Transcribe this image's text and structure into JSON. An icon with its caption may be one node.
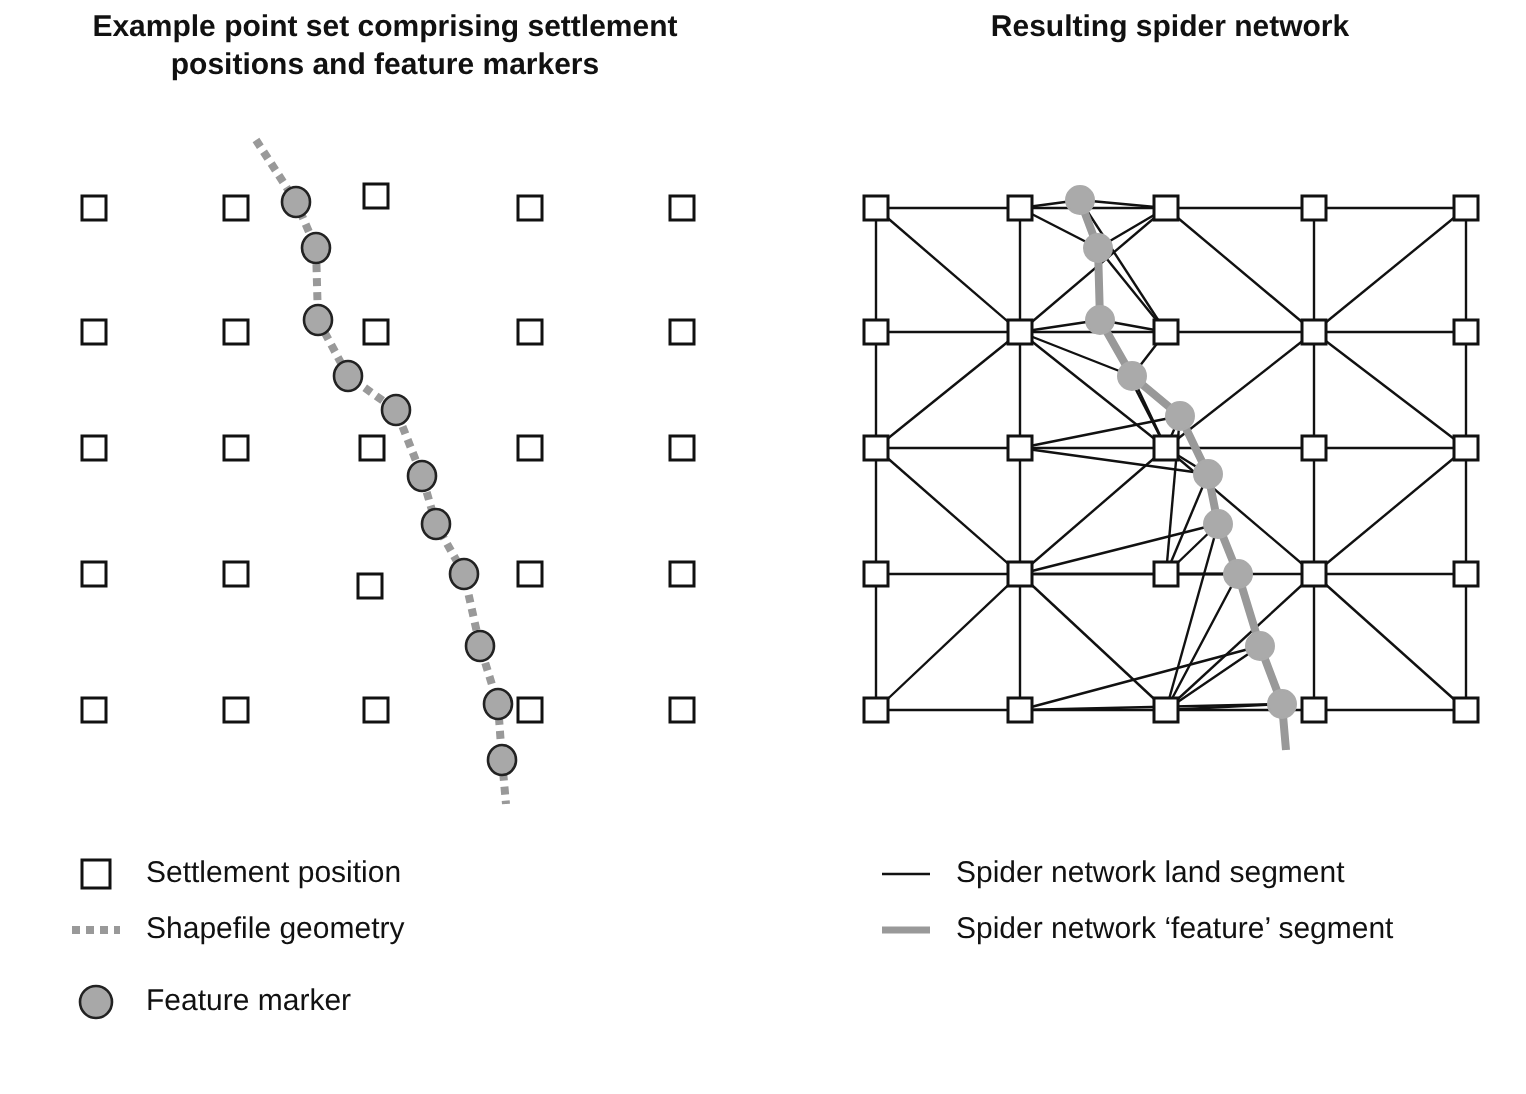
{
  "diagram": {
    "labels": [
      "Example point set comprising settlement positions and feature markers",
      "Resulting spider network"
    ],
    "legend": [
      {
        "text": "Settlement position"
      },
      {
        "text": "Shapefile geometry"
      },
      {
        "text": "Feature marker"
      },
      {
        "text": "Spider network land segment"
      },
      {
        "text": "Spider network ‘feature’ segment"
      }
    ]
  }
}
